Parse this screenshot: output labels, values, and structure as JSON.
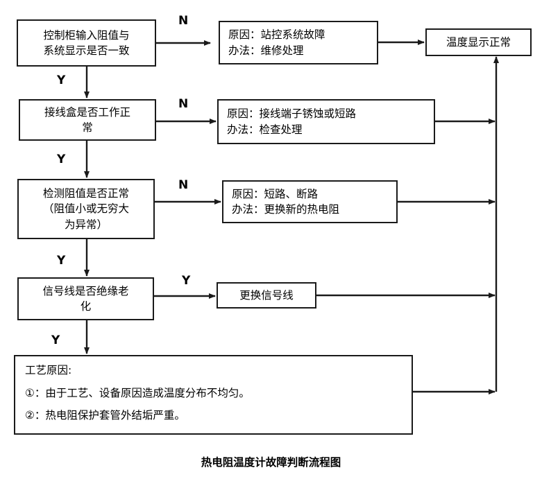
{
  "diagram": {
    "caption": "热电阻温度计故障判断流程图",
    "nodes": {
      "q1": {
        "line1": "控制柜输入阻值与",
        "line2": "系统显示是否一致"
      },
      "q2": {
        "line1": "接线盒是否工作正",
        "line2": "常"
      },
      "q3": {
        "line1": "检测阻值是否正常",
        "line2": "（阻值小或无穷大",
        "line3": "为异常）"
      },
      "q4": {
        "line1": "信号线是否绝缘老",
        "line2": "化"
      },
      "r1": {
        "line1": "原因：站控系统故障",
        "line2": "办法：维修处理"
      },
      "r2": {
        "line1": "原因：接线端子锈蚀或短路",
        "line2": "办法：检查处理"
      },
      "r3": {
        "line1": "原因：短路、断路",
        "line2": "办法：更换新的热电阻"
      },
      "r4": {
        "line1": "更换信号线"
      },
      "result": {
        "line1": "温度显示正常"
      },
      "process": {
        "head": "工艺原因:",
        "item1": "①：由于工艺、设备原因造成温度分布不均匀。",
        "item2": "②：热电阻保护套管外结垢严重。"
      }
    },
    "edge_labels": {
      "n1": "N",
      "n2": "N",
      "n3": "N",
      "y1": "Y",
      "y2": "Y",
      "y3": "Y",
      "y4": "Y",
      "y_branch": "Y"
    },
    "colors": {
      "stroke": "#1a1a1a",
      "background": "#ffffff",
      "text": "#000000"
    }
  }
}
